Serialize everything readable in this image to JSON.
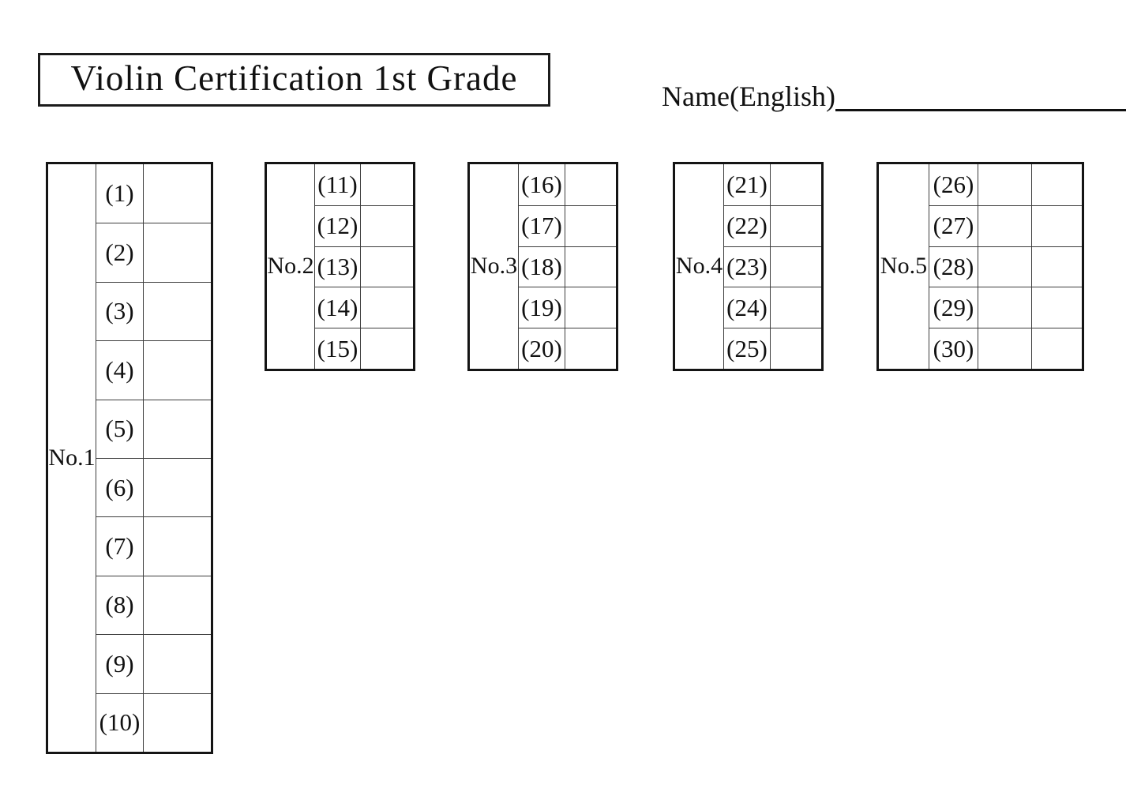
{
  "title": "Violin Certification 1st Grade",
  "name_field": {
    "label": "Name(English)"
  },
  "colors": {
    "border_outer": "#141414",
    "border_inner": "#3d3d3d",
    "text": "#111111",
    "background": "#ffffff"
  },
  "tables": [
    {
      "label": "No.1",
      "blank_columns": 1,
      "items": [
        "(1)",
        "(2)",
        "(3)",
        "(4)",
        "(5)",
        "(6)",
        "(7)",
        "(8)",
        "(9)",
        "(10)"
      ]
    },
    {
      "label": "No.2",
      "blank_columns": 1,
      "items": [
        "(11)",
        "(12)",
        "(13)",
        "(14)",
        "(15)"
      ]
    },
    {
      "label": "No.3",
      "blank_columns": 1,
      "items": [
        "(16)",
        "(17)",
        "(18)",
        "(19)",
        "(20)"
      ]
    },
    {
      "label": "No.4",
      "blank_columns": 1,
      "items": [
        "(21)",
        "(22)",
        "(23)",
        "(24)",
        "(25)"
      ]
    },
    {
      "label": "No.5",
      "blank_columns": 2,
      "items": [
        "(26)",
        "(27)",
        "(28)",
        "(29)",
        "(30)"
      ]
    }
  ]
}
